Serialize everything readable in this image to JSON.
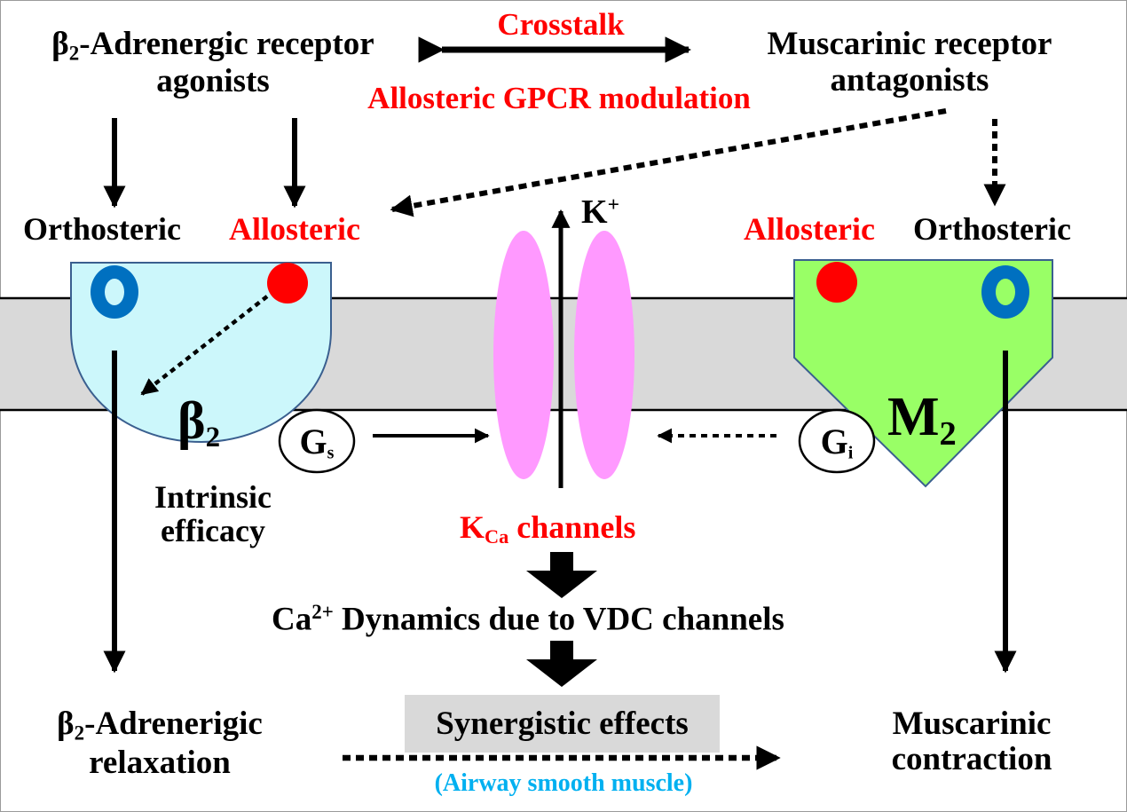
{
  "top": {
    "beta2_agonists": {
      "symbol": "β",
      "sub": "2",
      "line1": "-Adrenergic receptor",
      "line2": "agonists"
    },
    "crosstalk": "Crosstalk",
    "allosteric_modulation": "Allosteric GPCR modulation",
    "muscarinic_antagonists": {
      "line1": "Muscarinic receptor",
      "line2": "antagonists"
    }
  },
  "sites": {
    "beta2_orthosteric": "Orthosteric",
    "beta2_allosteric": "Allosteric",
    "m2_allosteric": "Allosteric",
    "m2_orthosteric": "Orthosteric"
  },
  "receptors": {
    "beta2": {
      "symbol": "β",
      "sub": "2"
    },
    "m2": {
      "symbol": "M",
      "sub": "2"
    }
  },
  "gproteins": {
    "gs": {
      "symbol": "G",
      "sub": "s"
    },
    "gi": {
      "symbol": "G",
      "sub": "i"
    }
  },
  "channel": {
    "ion": {
      "symbol": "K",
      "sup": "+"
    },
    "label": {
      "symbol": "K",
      "sub": "Ca",
      "rest": " channels"
    }
  },
  "intrinsic_efficacy": {
    "line1": "Intrinsic",
    "line2": "efficacy"
  },
  "calcium": {
    "symbol": "Ca",
    "sup": "2+",
    "rest": " Dynamics due to VDC channels"
  },
  "bottom": {
    "beta2_relaxation": {
      "symbol": "β",
      "sub": "2",
      "line1": "-Adrenerigic",
      "line2": "relaxation"
    },
    "synergistic": "Synergistic effects",
    "airway": "(Airway smooth muscle)",
    "muscarinic_contraction": {
      "line1": "Muscarinic",
      "line2": "contraction"
    }
  },
  "colors": {
    "red": "#ff0000",
    "membrane": "#d9d9d9",
    "beta2_receptor": "#ccf7fb",
    "m2_receptor": "#99ff66",
    "receptor_outline": "#3a5f8f",
    "site_ring": "#0070c0",
    "channel": "#ff99ff",
    "synergy_box": "#d9d9d9",
    "airway_text": "#00b0f0"
  },
  "icons": {
    "orthosteric_site": "blue-ring-icon",
    "allosteric_site": "red-dot-icon"
  }
}
